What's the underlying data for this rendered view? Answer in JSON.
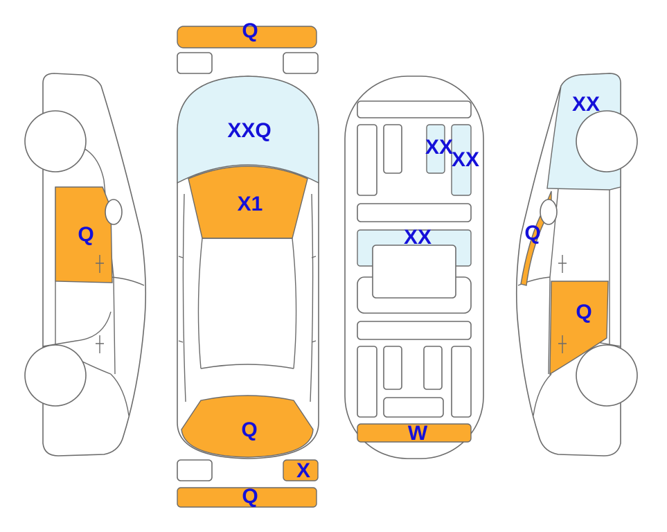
{
  "colors": {
    "orange": "#fbaa2e",
    "light_blue": "#dff3f9",
    "label_blue": "#1410d9",
    "outline": "#6b6b6b"
  },
  "labels": {
    "front_bumper": "Q",
    "windshield": "XXQ",
    "hood": "X1",
    "rear_window": "Q",
    "left_rear_piece": "X",
    "rear_bumper": "Q",
    "left_rear_door": "Q",
    "floor_a": "XX",
    "floor_b": "XX",
    "floor_mid": "XX",
    "trunk_floor": "W",
    "right_roof": "XX",
    "right_rear_window": "Q",
    "right_rear_door": "Q"
  }
}
